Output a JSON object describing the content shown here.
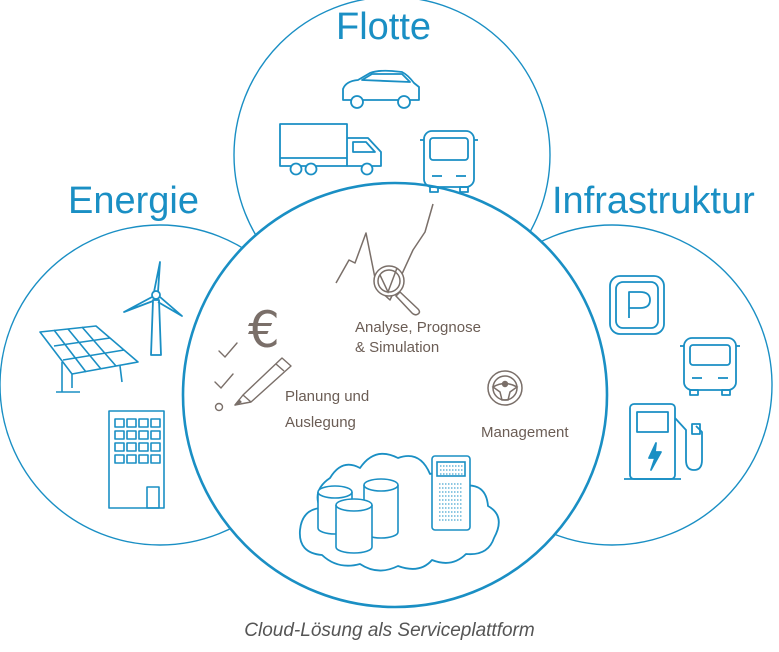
{
  "sections": {
    "flotte": "Flotte",
    "energie": "Energie",
    "infrastruktur": "Infrastruktur"
  },
  "services": {
    "analyse_line1": "Analyse, Prognose",
    "analyse_line2": "& Simulation",
    "planung_line1": "Planung und",
    "planung_line2": "Auslegung",
    "management": "Management",
    "euro_symbol": "€"
  },
  "caption": "Cloud-Lösung als Serviceplattform",
  "colors": {
    "blue": "#1a8fc4",
    "text_brown": "#6b5d55",
    "icon_gray": "#7a6f69"
  }
}
